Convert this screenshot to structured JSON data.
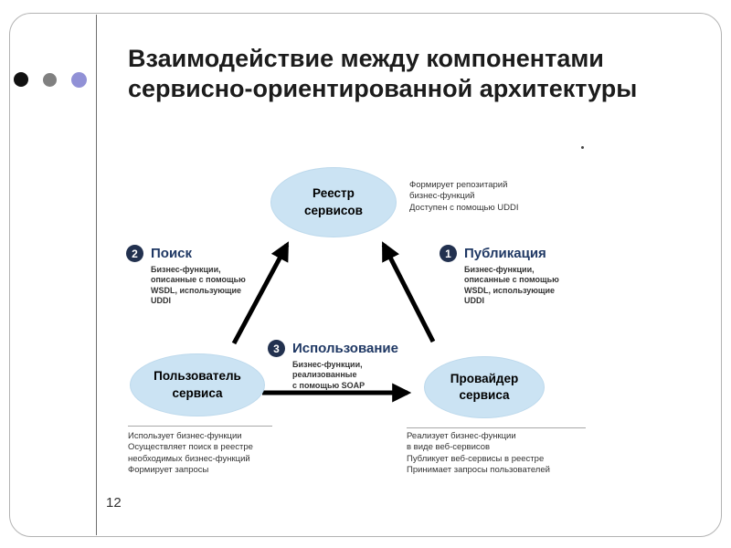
{
  "slide": {
    "title": "Взаимодействие между компонентами\nсервисно-ориентированной архитектуры",
    "page_number": "12"
  },
  "diagram": {
    "nodes": {
      "registry": "Реестр\nсервисов",
      "consumer": "Пользователь\nсервиса",
      "provider": "Провайдер\nсервиса"
    },
    "steps": {
      "search": {
        "num": "2",
        "label": "Поиск",
        "desc": "Бизнес-функции,\nописанные с помощью\nWSDL, использующие\nUDDI"
      },
      "publish": {
        "num": "1",
        "label": "Публикация",
        "desc": "Бизнес-функции,\nописанные с помощью\nWSDL, использующие\nUDDI"
      },
      "use": {
        "num": "3",
        "label": "Использование",
        "desc": "Бизнес-функции,\nреализованные\nс помощью SOAP"
      }
    },
    "annotations": {
      "registry": "Формирует репозитарий\nбизнес-функций\nДоступен с помощью UDDI",
      "consumer": "Использует бизнес-функции\nОсуществляет поиск в реестре\nнеобходимых бизнес-функций\nФормирует запросы",
      "provider": "Реализует бизнес-функции\nв виде веб-сервисов\nПубликует веб-сервисы в реестре\nПринимает запросы пользователей"
    },
    "colors": {
      "node_fill": "#cbe3f3",
      "step_accent": "#1f3864",
      "badge_fill": "#22314f",
      "arrow": "#000000"
    }
  }
}
